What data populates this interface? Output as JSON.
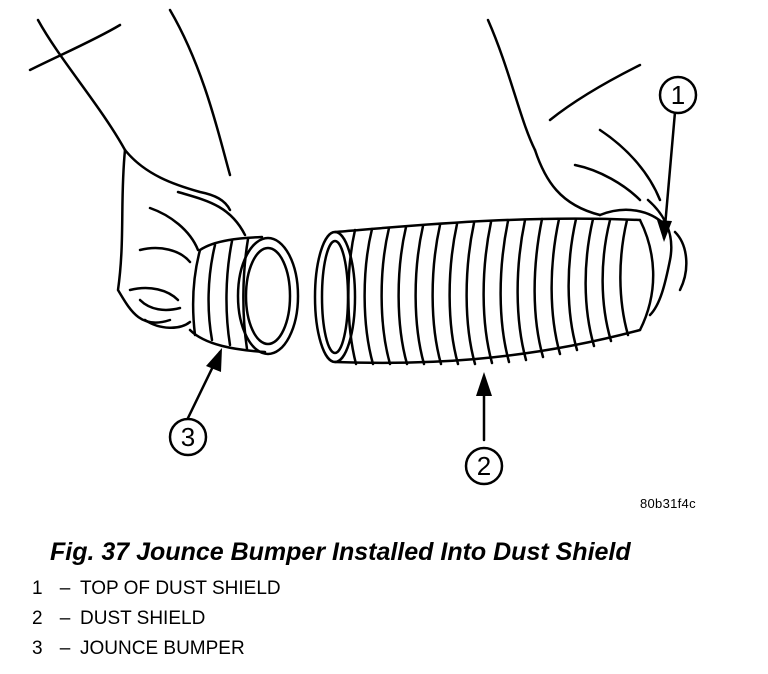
{
  "figure": {
    "code": "80b31f4c",
    "caption": "Fig. 37 Jounce Bumper Installed Into Dust Shield"
  },
  "callouts": [
    {
      "number": "1",
      "label": "TOP OF DUST SHIELD"
    },
    {
      "number": "2",
      "label": "DUST SHIELD"
    },
    {
      "number": "3",
      "label": "JOUNCE BUMPER"
    }
  ],
  "legend_separator": "–"
}
